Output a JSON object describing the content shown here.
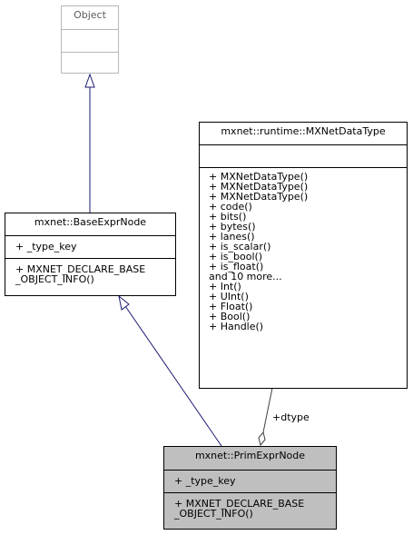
{
  "classes": {
    "object": {
      "name": "Object",
      "attributes": [],
      "methods": []
    },
    "mx_datatype": {
      "name": "mxnet::runtime::MXNetDataType",
      "attributes": [],
      "methods": [
        "+ MXNetDataType()",
        "+ MXNetDataType()",
        "+ MXNetDataType()",
        "+ code()",
        "+ bits()",
        "+ bytes()",
        "+ lanes()",
        "+ is_scalar()",
        "+ is_bool()",
        "+ is_float()",
        "and 10 more...",
        "+ Int()",
        "+ UInt()",
        "+ Float()",
        "+ Bool()",
        "+ Handle()"
      ]
    },
    "base_expr": {
      "name": "mxnet::BaseExprNode",
      "attributes": [
        "+ _type_key"
      ],
      "methods": [
        "+ MXNET_DECLARE_BASE",
        "_OBJECT_INFO()"
      ]
    },
    "prim_expr": {
      "name": "mxnet::PrimExprNode",
      "attributes": [
        "+ _type_key"
      ],
      "methods": [
        "+ MXNET_DECLARE_BASE",
        "_OBJECT_INFO()"
      ]
    }
  },
  "relations": {
    "dtype_label": "+dtype"
  },
  "colors": {
    "inheritance": "#191970",
    "composition": "#404040",
    "highlight_fill": "#bfbfbf",
    "external_border": "#b7b7b7"
  }
}
